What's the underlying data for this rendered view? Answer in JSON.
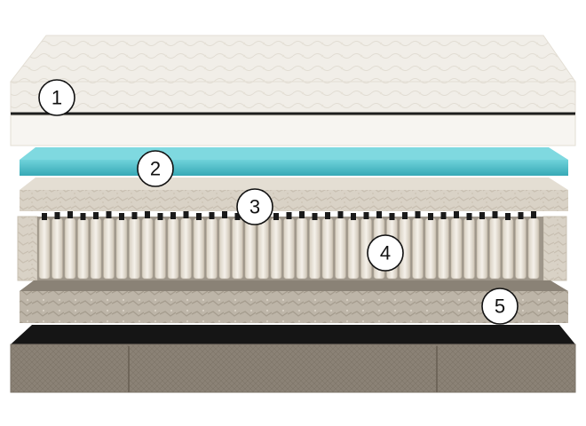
{
  "colors": {
    "background": "#ffffff",
    "cover_quilt": "#f1eee8",
    "cover_band": "#f7f5f1",
    "cover_piping": "#1d1d1d",
    "gel_layer": "#4cc1cc",
    "foam_layer": "#d9d2c6",
    "coil_strand": "#eee8dc",
    "coil_frame": "#c9c1b3",
    "base_foam": "#bdb5a8",
    "platform": "#151515",
    "box_base": "#8b8276",
    "marker_fill": "#ffffff",
    "marker_stroke": "#111111"
  },
  "layers": [
    {
      "label": "1",
      "name": "quilted-cover"
    },
    {
      "label": "2",
      "name": "cooling-gel-layer"
    },
    {
      "label": "3",
      "name": "comfort-foam-layer"
    },
    {
      "label": "4",
      "name": "pocket-coil-layer"
    },
    {
      "label": "5",
      "name": "base-foam-layer"
    }
  ]
}
